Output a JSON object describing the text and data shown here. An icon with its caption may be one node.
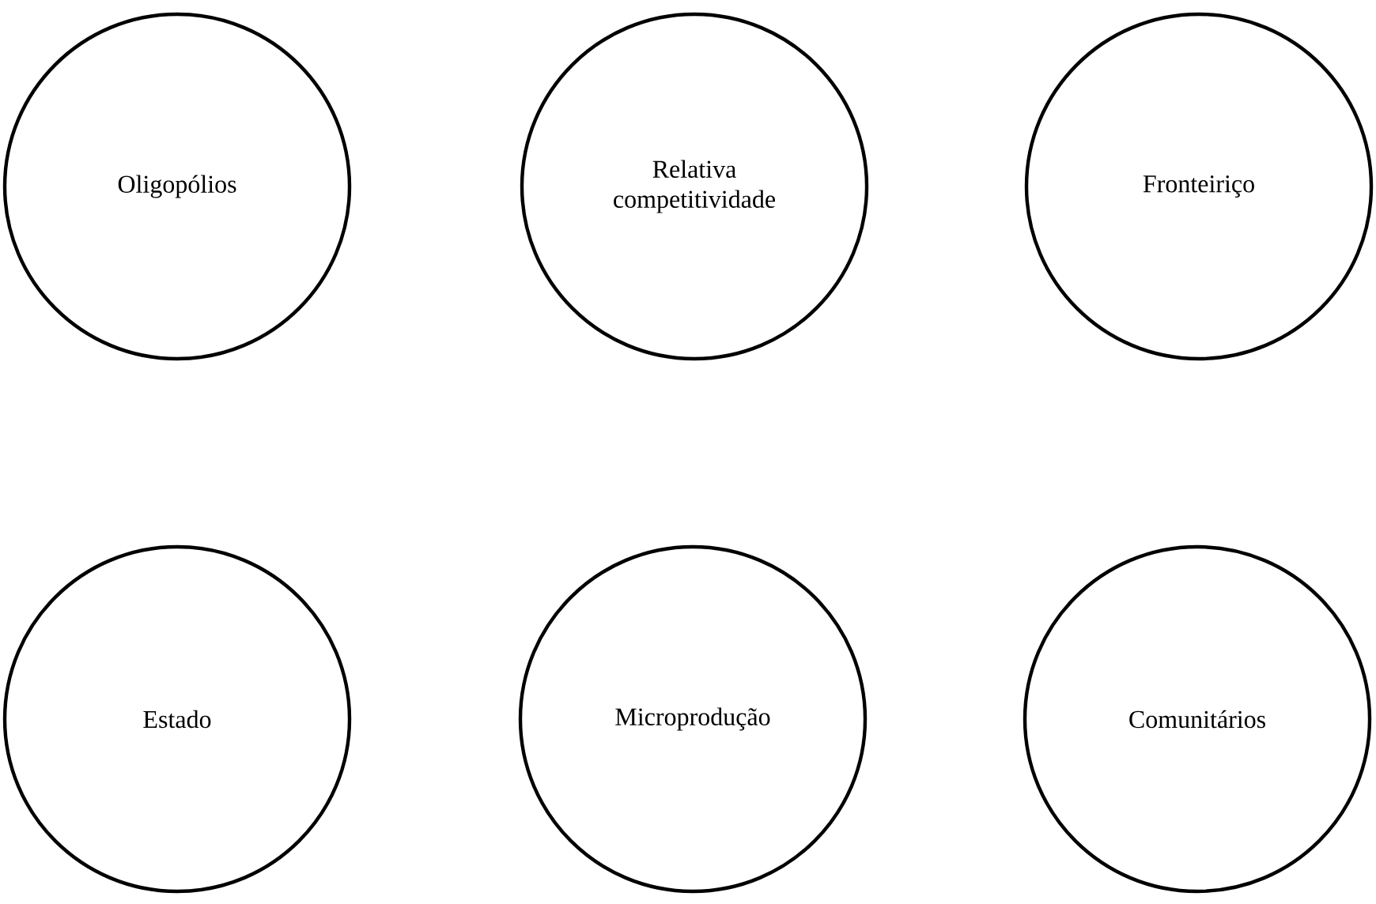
{
  "diagram": {
    "nodes": [
      {
        "text": [
          "Oligopólios"
        ]
      },
      {
        "text": [
          "Relativa competitividade"
        ]
      },
      {
        "text": [
          "Fronteiriço"
        ]
      },
      {
        "text": [
          "Estado"
        ]
      },
      {
        "text": [
          "Microprodução"
        ]
      },
      {
        "text": [
          "Comunitários"
        ]
      }
    ]
  }
}
